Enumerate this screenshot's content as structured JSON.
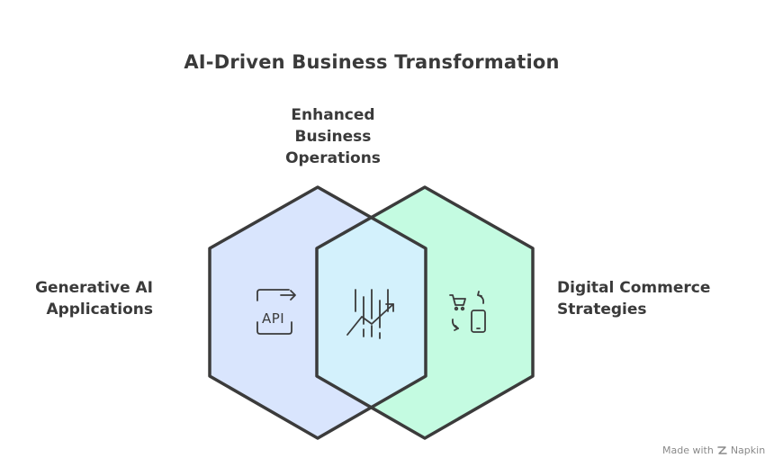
{
  "title": "AI-Driven Business Transformation",
  "sets": {
    "left": {
      "label": "Generative AI\nApplications",
      "icon": "api-icon",
      "icon_text": "API",
      "fill": "#d9e5fd"
    },
    "right": {
      "label": "Digital Commerce\nStrategies",
      "icon": "cart-mobile-icon",
      "fill": "#c4fbe1"
    },
    "intersection": {
      "label": "Enhanced\nBusiness\nOperations",
      "icon": "growth-chart-icon",
      "fill": "#d3f1fc"
    }
  },
  "colors": {
    "outline": "#3b3b3b",
    "text": "#3a3a3a"
  },
  "watermark": {
    "prefix": "Made with",
    "brand": "Napkin"
  }
}
